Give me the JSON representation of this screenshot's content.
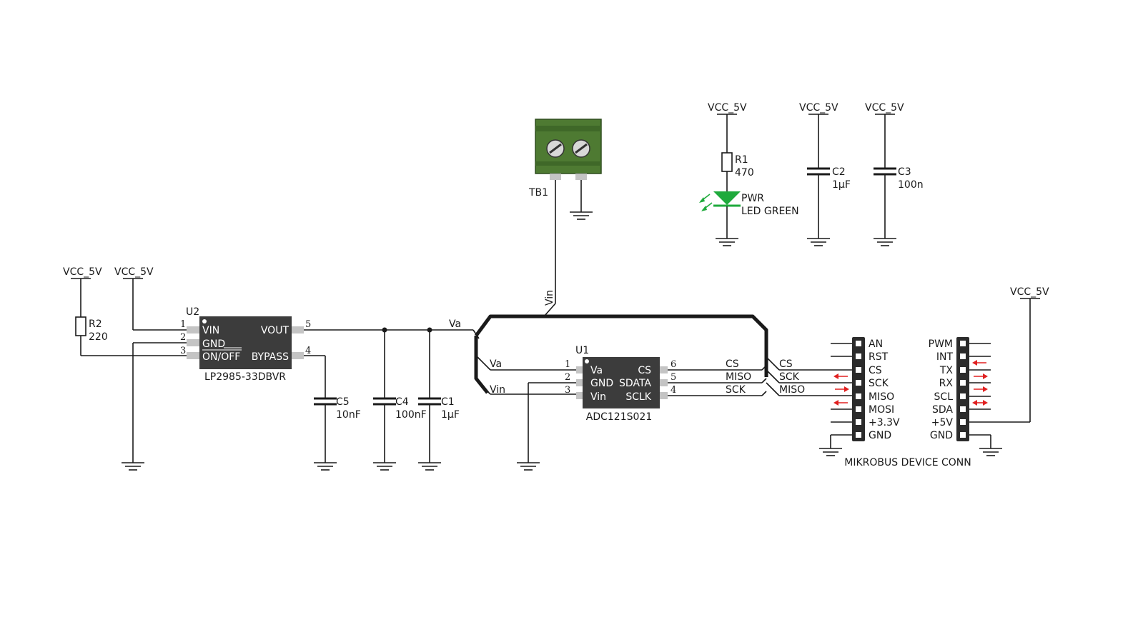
{
  "power_labels": {
    "vcc_r2": "VCC_5V",
    "vcc_u2": "VCC_5V",
    "vcc_r1": "VCC_5V",
    "vcc_c2": "VCC_5V",
    "vcc_c3": "VCC_5V",
    "vcc_5v_pin": "VCC_5V"
  },
  "components": {
    "r2": {
      "ref": "R2",
      "value": "220"
    },
    "r1": {
      "ref": "R1",
      "value": "470"
    },
    "led": {
      "ref": "PWR",
      "value": "LED GREEN",
      "color": "#1faa3c"
    },
    "c5": {
      "ref": "C5",
      "value": "10nF"
    },
    "c4": {
      "ref": "C4",
      "value": "100nF"
    },
    "c1": {
      "ref": "C1",
      "value": "1µF"
    },
    "c2": {
      "ref": "C2",
      "value": "1µF"
    },
    "c3": {
      "ref": "C3",
      "value": "100n"
    },
    "tb1": {
      "ref": "TB1",
      "color": "#4e7a32"
    }
  },
  "u2": {
    "ref": "U2",
    "part": "LP2985-33DBVR",
    "pins": [
      {
        "num": "1",
        "name": "VIN"
      },
      {
        "num": "2",
        "name": "GND"
      },
      {
        "num": "3",
        "name": "ON/OFF"
      },
      {
        "num": "5",
        "name": "VOUT"
      },
      {
        "num": "4",
        "name": "BYPASS"
      }
    ]
  },
  "u1": {
    "ref": "U1",
    "part": "ADC121S021",
    "pins": [
      {
        "num": "1",
        "name": "Va"
      },
      {
        "num": "2",
        "name": "GND"
      },
      {
        "num": "3",
        "name": "Vin"
      },
      {
        "num": "6",
        "name": "CS"
      },
      {
        "num": "5",
        "name": "SDATA"
      },
      {
        "num": "4",
        "name": "SCLK"
      }
    ]
  },
  "nets": {
    "va_top": "Va",
    "vin_vertical": "Vin",
    "va_bus": "Va",
    "vin_bus": "Vin",
    "cs_left": "CS",
    "miso_left": "MISO",
    "sck_left": "SCK",
    "cs_right": "CS",
    "sck_right": "SCK",
    "miso_right": "MISO"
  },
  "mikrobus": {
    "title": "MIKROBUS DEVICE CONN",
    "left_pins": [
      "AN",
      "RST",
      "CS",
      "SCK",
      "MISO",
      "MOSI",
      "+3.3V",
      "GND"
    ],
    "right_pins": [
      "PWM",
      "INT",
      "TX",
      "RX",
      "SCL",
      "SDA",
      "+5V",
      "GND"
    ]
  }
}
